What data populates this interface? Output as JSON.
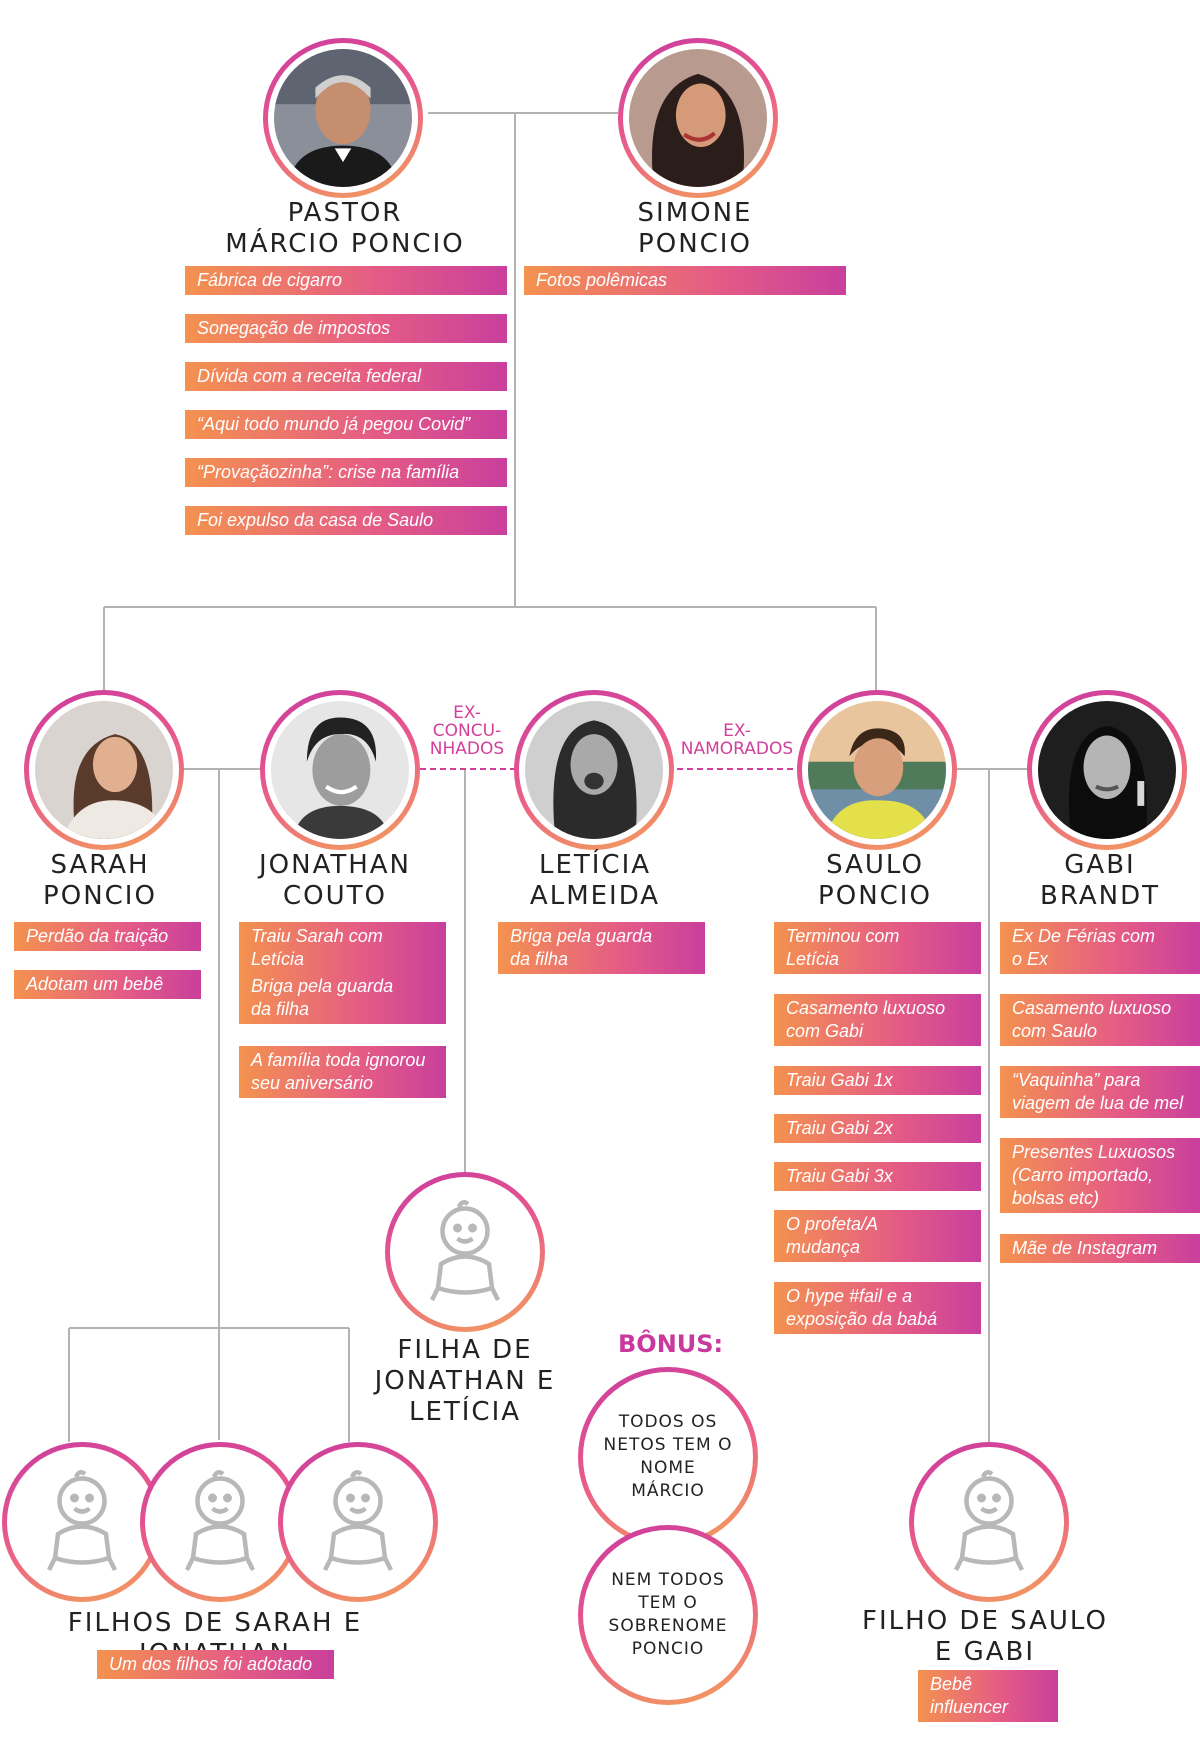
{
  "colors": {
    "accent_magenta": "#c93aa0",
    "accent_orange": "#f4924f",
    "line_gray": "#b3b3b3"
  },
  "people": {
    "marcio": {
      "name": "PASTOR\nMÁRCIO PONCIO",
      "tags": [
        "Fábrica de cigarro",
        "Sonegação de impostos",
        "Dívida com a receita federal",
        "“Aqui todo mundo já pegou Covid”",
        "“Provaçãozinha”: crise na família",
        "Foi expulso da casa de Saulo"
      ]
    },
    "simone": {
      "name": "SIMONE\nPONCIO",
      "tags": [
        "Fotos polêmicas"
      ]
    },
    "sarah": {
      "name": "SARAH\nPONCIO",
      "tags": [
        "Perdão da traição",
        "Adotam um bebê"
      ]
    },
    "jonathan": {
      "name": "JONATHAN\nCOUTO",
      "tags": [
        "Traiu Sarah com Letícia",
        "Briga pela guarda\nda filha",
        "A família toda ignorou\nseu aniversário"
      ]
    },
    "leticia": {
      "name": "LETÍCIA\nALMEIDA",
      "tags": [
        "Briga pela guarda\nda filha"
      ]
    },
    "saulo": {
      "name": "SAULO\nPONCIO",
      "tags": [
        "Terminou com\nLetícia",
        "Casamento luxuoso\ncom Gabi",
        "Traiu Gabi 1x",
        "Traiu Gabi 2x",
        "Traiu Gabi 3x",
        "O profeta/A\nmudança",
        "O hype #fail e a\nexposição da babá"
      ]
    },
    "gabi": {
      "name": "GABI\nBRANDT",
      "tags": [
        "Ex De Férias com\no Ex",
        "Casamento luxuoso\ncom Saulo",
        "“Vaquinha” para\nviagem de lua de mel",
        "Presentes Luxuosos\n(Carro importado,\nbolsas etc)",
        "Mãe de Instagram"
      ]
    }
  },
  "relations": {
    "ex_concunhados": "EX-\nCONCU-\nNHADOS",
    "ex_namorados": "EX-\nNAMORADOS"
  },
  "children": {
    "jonathan_leticia": {
      "name": "FILHA DE\nJONATHAN E\nLETÍCIA"
    },
    "sarah_jonathan": {
      "name": "FILHOS DE SARAH E JONATHAN",
      "tags": [
        "Um dos filhos foi adotado"
      ]
    },
    "saulo_gabi": {
      "name": "FILHO DE SAULO\nE GABI",
      "tags": [
        "Bebê influencer"
      ]
    }
  },
  "bonus": {
    "title": "BÔNUS:",
    "facts": [
      "TODOS OS\nNETOS TEM O\nNOME\nMÁRCIO",
      "NEM TODOS\nTEM O\nSOBRENOME\nPONCIO"
    ]
  },
  "icons": {
    "portrait": "person-photo-icon",
    "baby": "baby-icon"
  }
}
